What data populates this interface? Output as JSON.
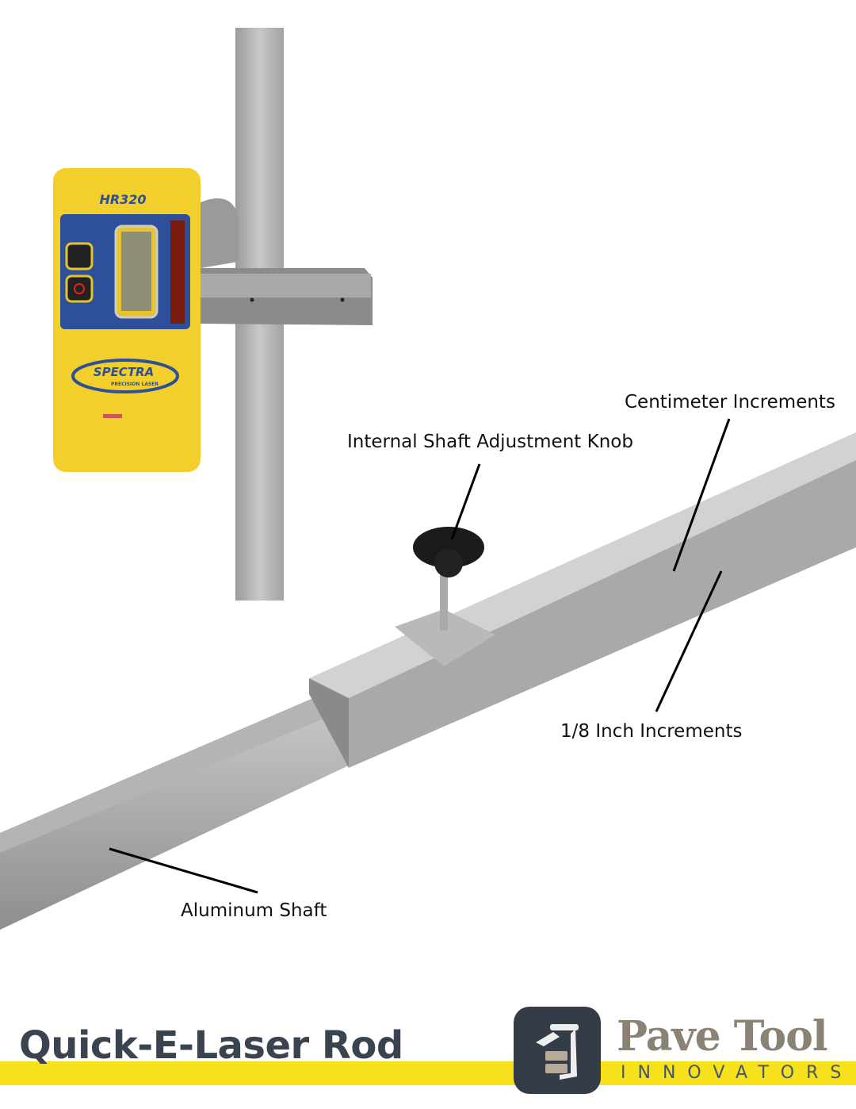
{
  "callouts": {
    "centimeter": "Centimeter Increments",
    "knob": "Internal Shaft Adjustment Knob",
    "eighth_inch": "1/8 Inch Increments",
    "shaft": "Aluminum Shaft"
  },
  "receiver": {
    "model": "HR320",
    "brand": "SPECTRA",
    "brand_sub": "PRECISION LASER"
  },
  "footer": {
    "title": "Quick-E-Laser Rod",
    "brand": "Pave Tool",
    "brand_sub": "INNOVATORS"
  },
  "colors": {
    "band": "#f7e11b",
    "title": "#3a4350",
    "brand": "#8b8175",
    "logo_bg": "#333c47",
    "receiver_yellow": "#f2cf2a",
    "receiver_blue": "#2e4f9a"
  }
}
